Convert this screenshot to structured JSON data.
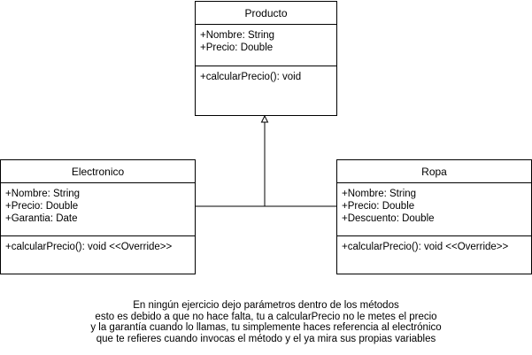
{
  "diagram": {
    "classes": {
      "producto": {
        "name": "Producto",
        "attributes": [
          "+Nombre: String",
          "+Precio: Double"
        ],
        "methods": [
          "+calcularPrecio(): void"
        ]
      },
      "electronico": {
        "name": "Electronico",
        "attributes": [
          "+Nombre: String",
          "+Precio: Double",
          "+Garantia: Date"
        ],
        "methods": [
          "+calcularPrecio(): void <<Override>>"
        ]
      },
      "ropa": {
        "name": "Ropa",
        "attributes": [
          "+Nombre: String",
          "+Precio: Double",
          "+Descuento: Double"
        ],
        "methods": [
          "+calcularPrecio(): void <<Override>>"
        ]
      }
    },
    "relations": [
      {
        "type": "inheritance",
        "from": "Electronico",
        "to": "Producto"
      },
      {
        "type": "inheritance",
        "from": "Ropa",
        "to": "Producto"
      }
    ],
    "note": [
      "En ningún ejercicio dejo parámetros dentro de los métodos",
      "esto es debido a que no hace falta, tu a calcularPrecio no le metes el precio",
      "y la garantía cuando lo llamas, tu simplemente haces referencia al electrónico",
      "que te refieres cuando invocas el método y el ya mira sus propias variables"
    ]
  }
}
